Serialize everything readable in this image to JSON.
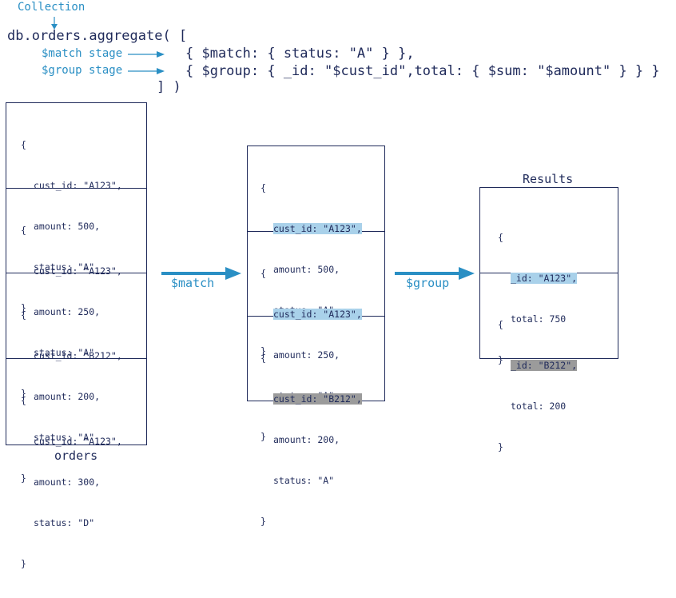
{
  "header": {
    "collection_label": "Collection",
    "line1": "db.orders.aggregate( [",
    "match_stage_label": "$match stage",
    "group_stage_label": "$group stage",
    "line2": "{ $match: { status: \"A\" } },",
    "line3": "{ $group: { _id: \"$cust_id\",total: { $sum: \"$amount\" } } }",
    "line4": "] )"
  },
  "orders": {
    "title": "orders",
    "docs": [
      {
        "open": "{",
        "cust_id": "cust_id: \"A123\",",
        "amount": "amount: 500,",
        "status": "status: \"A\"",
        "close": "}"
      },
      {
        "open": "{",
        "cust_id": "cust_id: \"A123\",",
        "amount": "amount: 250,",
        "status": "status: \"A\"",
        "close": "}"
      },
      {
        "open": "{",
        "cust_id": "cust_id: \"B212\",",
        "amount": "amount: 200,",
        "status": "status: \"A\"",
        "close": "}"
      },
      {
        "open": "{",
        "cust_id": "cust_id: \"A123\",",
        "amount": "amount: 300,",
        "status": "status: \"D\"",
        "close": "}"
      }
    ]
  },
  "matched": {
    "docs": [
      {
        "open": "{",
        "cust_id": "cust_id: \"A123\",",
        "amount": "amount: 500,",
        "status": "status: \"A\"",
        "close": "}"
      },
      {
        "open": "{",
        "cust_id": "cust_id: \"A123\",",
        "amount": "amount: 250,",
        "status": "status: \"A\"",
        "close": "}"
      },
      {
        "open": "{",
        "cust_id": "cust_id: \"B212\",",
        "amount": "amount: 200,",
        "status": "status: \"A\"",
        "close": "}"
      }
    ]
  },
  "results": {
    "title": "Results",
    "docs": [
      {
        "open": "{",
        "id": "_id: \"A123\",",
        "total": "total: 750",
        "close": "}"
      },
      {
        "open": "{",
        "id": "_id: \"B212\",",
        "total": "total: 200",
        "close": "}"
      }
    ]
  },
  "arrows": {
    "match_label": "$match",
    "group_label": "$group"
  },
  "colors": {
    "navy": "#1f2a5a",
    "accent_blue": "#2a8fc4",
    "highlight_blue": "#a9d1ea",
    "highlight_gray": "#9b9b9b"
  }
}
